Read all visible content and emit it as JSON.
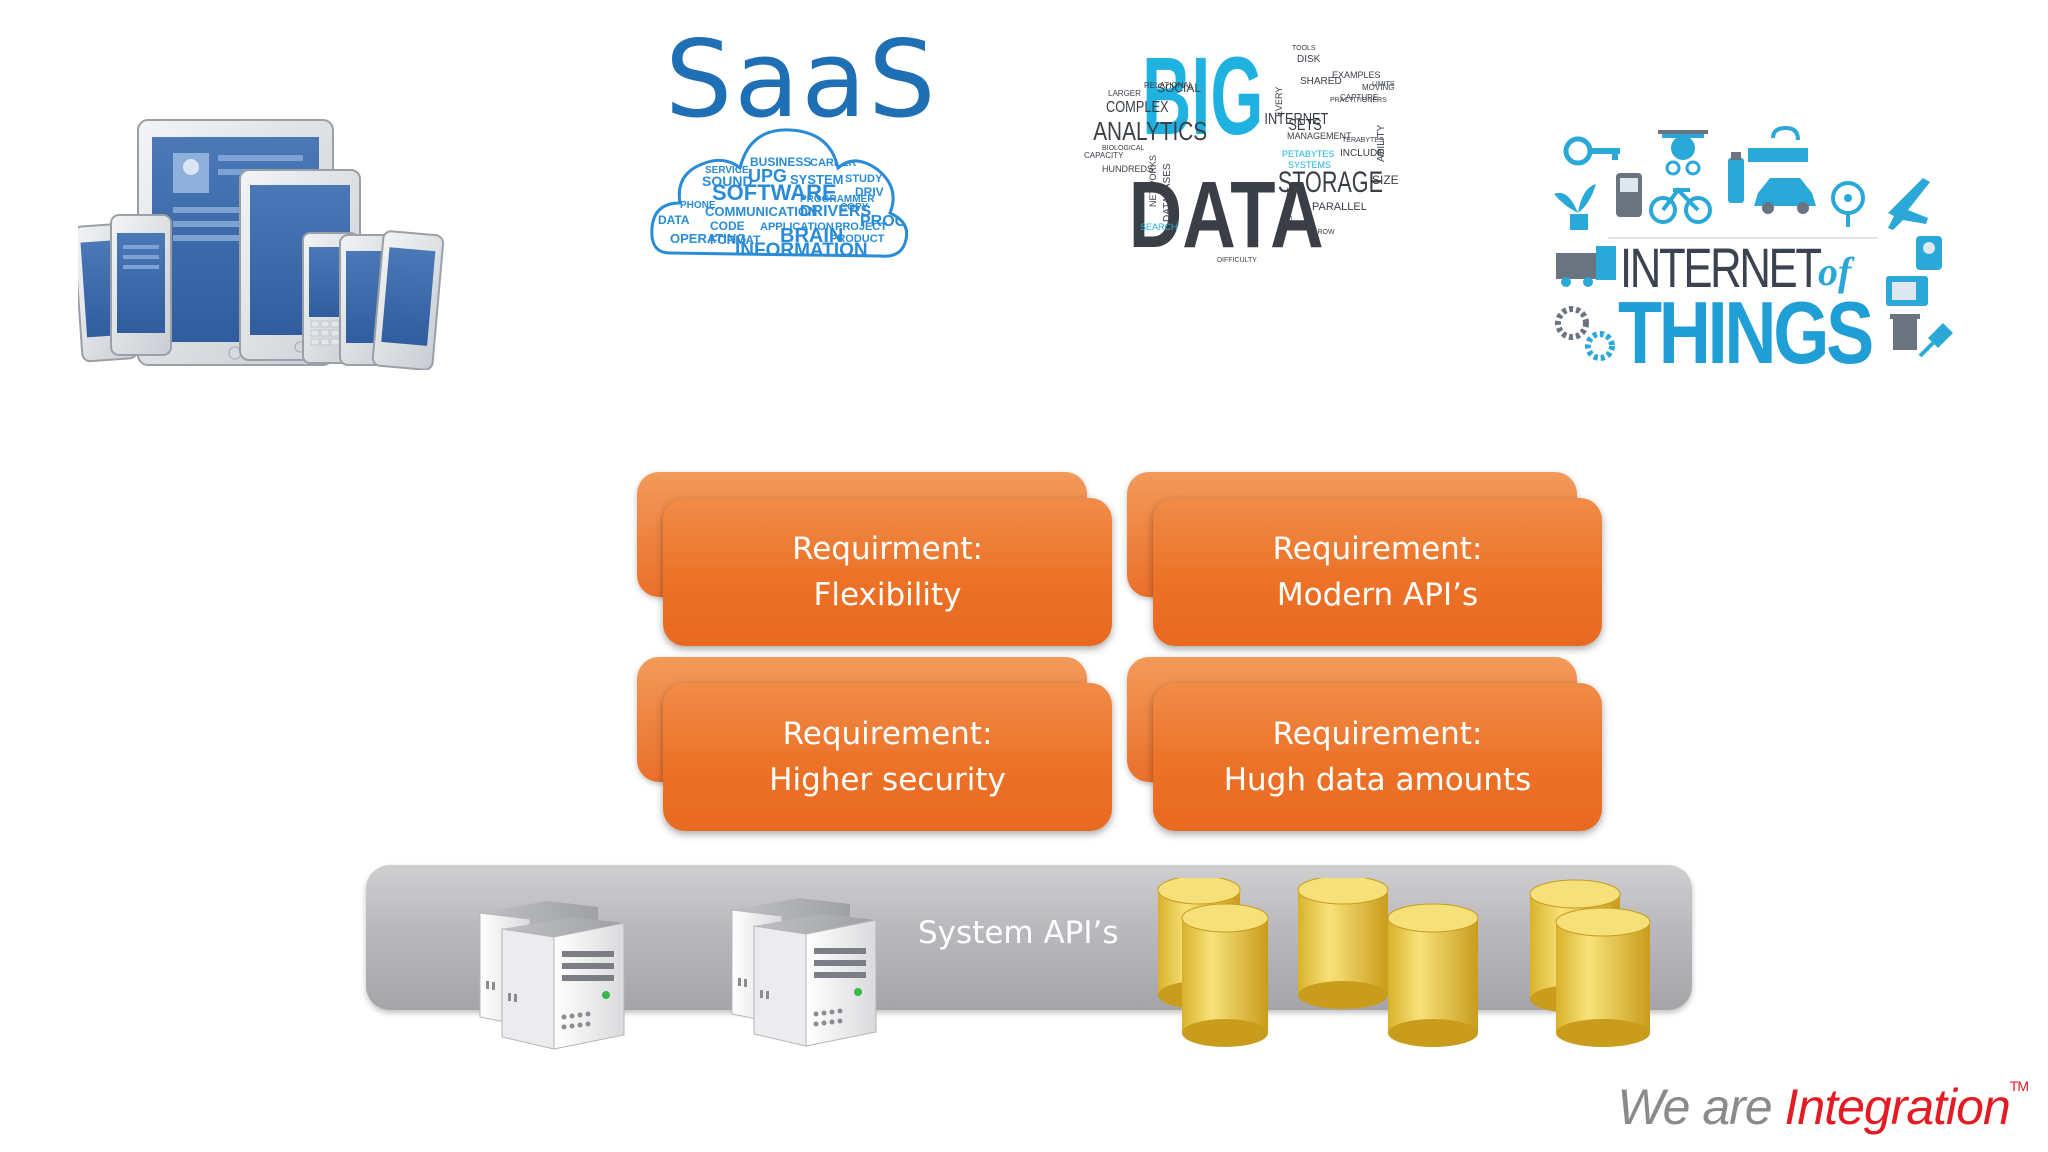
{
  "logos": {
    "saas": "SaaS",
    "saas_cloud_words": [
      "SOFTWARE",
      "COMMUNICATION",
      "DRIVERS",
      "BRAIN",
      "INFORMATION",
      "PROGRAMMER",
      "SYSTEM",
      "PROJECT",
      "PROG",
      "DRIV",
      "STUDY",
      "UPG",
      "DATA",
      "OPERATING",
      "PHONE",
      "FORMAT",
      "CODE",
      "COPY",
      "APPLICATION",
      "PRODUCT",
      "BUSINESS",
      "SERVICE",
      "SOUND",
      "CAREER"
    ],
    "big_data_big": "BIG",
    "big_data_data": "DATA",
    "big_data_words": [
      "ANALYTICS",
      "COMPLEX",
      "INTERNET",
      "STORAGE",
      "SETS",
      "SIZE",
      "SOCIAL",
      "MANAGEMENT",
      "PETABYTES",
      "SYSTEMS",
      "INCLUDE",
      "PARALLEL",
      "DISK",
      "SHARED",
      "EXAMPLES",
      "DATABASES",
      "NETWORKS",
      "RELATIONAL",
      "SEARCH",
      "HUNDREDS",
      "CAPACITY",
      "LARGER",
      "EVERY",
      "CAPTURE",
      "DIFFICULTY",
      "GROW",
      "ABILITY",
      "TOOLS",
      "TERABYTES",
      "MOVING",
      "CATALYST",
      "LIMITS",
      "PRACTITIONERS",
      "BIOLOGICAL"
    ],
    "iot_internet": "INTERNET",
    "iot_of": "of",
    "iot_things": "THINGS"
  },
  "requirements": [
    {
      "line1": "Requirment:",
      "line2": "Flexibility"
    },
    {
      "line1": "Requirement:",
      "line2": "Modern API’s"
    },
    {
      "line1": "Requirement:",
      "line2": "Higher security"
    },
    {
      "line1": "Requirement:",
      "line2": "Hugh data amounts"
    }
  ],
  "system_bar": {
    "label": "System API’s"
  },
  "branding": {
    "we_are": "We are ",
    "integration": "Integration",
    "tm": "TM"
  },
  "colors": {
    "requirement_orange": "#ec7228",
    "system_bar_gray": "#b9b9bd",
    "saas_blue": "#1f6fb5",
    "big_data_cyan": "#1fb2e0",
    "iot_blue": "#1f9fd6",
    "brand_red": "#e31b23",
    "brand_gray": "#8a8a8a",
    "database_gold": "#e8c84a"
  }
}
